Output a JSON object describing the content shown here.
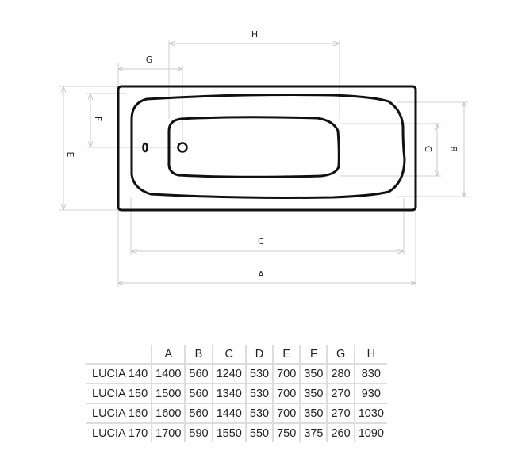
{
  "diagram": {
    "dimension_labels": {
      "A": "A",
      "B": "B",
      "C": "C",
      "D": "D",
      "E": "E",
      "F": "F",
      "G": "G",
      "H": "H"
    }
  },
  "table": {
    "headers": [
      "",
      "A",
      "B",
      "C",
      "D",
      "E",
      "F",
      "G",
      "H"
    ],
    "rows": [
      [
        "LUCIA 140",
        "1400",
        "560",
        "1240",
        "530",
        "700",
        "350",
        "280",
        "830"
      ],
      [
        "LUCIA 150",
        "1500",
        "560",
        "1340",
        "530",
        "700",
        "350",
        "270",
        "930"
      ],
      [
        "LUCIA 160",
        "1600",
        "560",
        "1440",
        "530",
        "700",
        "350",
        "270",
        "1030"
      ],
      [
        "LUCIA 170",
        "1700",
        "590",
        "1550",
        "550",
        "750",
        "375",
        "260",
        "1090"
      ]
    ]
  }
}
